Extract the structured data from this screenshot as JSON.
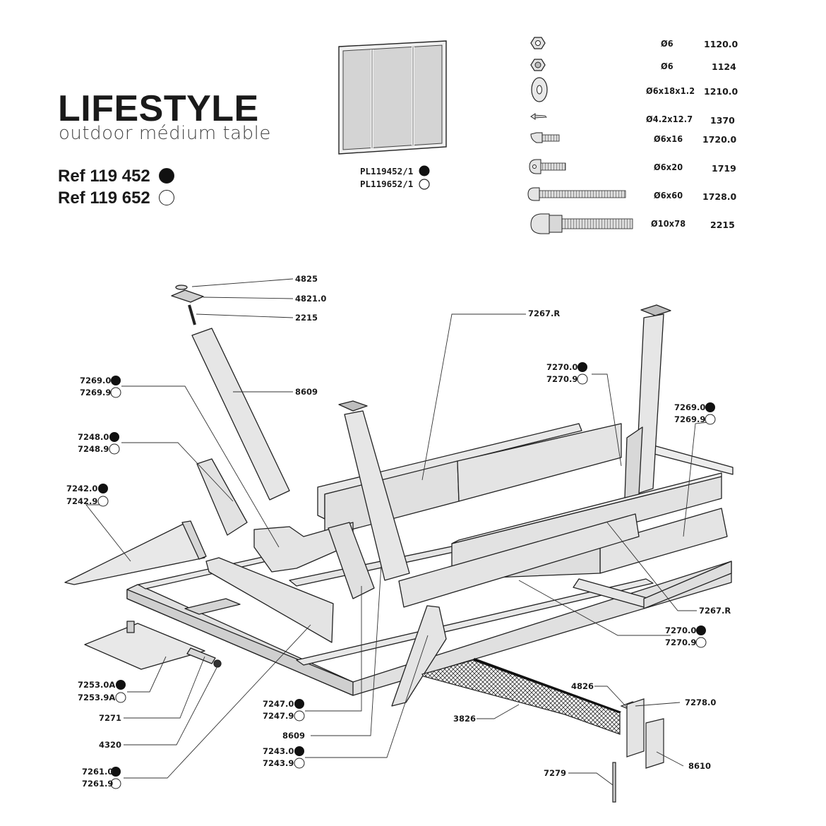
{
  "product": {
    "title": "LIFESTYLE",
    "subtitle": "outdoor médium table",
    "refs": [
      {
        "label": "Ref 119 452",
        "finish": "black"
      },
      {
        "label": "Ref 119 652",
        "finish": "white"
      }
    ]
  },
  "panel": {
    "codes": [
      {
        "code": "PL119452/1",
        "finish": "black"
      },
      {
        "code": "PL119652/1",
        "finish": "white"
      }
    ]
  },
  "hardware": [
    {
      "icon": "nut-flange-icon",
      "size": "Ø6",
      "code": "1120.0"
    },
    {
      "icon": "nut-cap-icon",
      "size": "Ø6",
      "code": "1124"
    },
    {
      "icon": "washer-icon",
      "size": "Ø6x18x1.2",
      "code": "1210.0"
    },
    {
      "icon": "wood-screw-icon",
      "size": "Ø4.2x12.7",
      "code": "1370"
    },
    {
      "icon": "bolt-short-icon",
      "size": "Ø6x16",
      "code": "1720.0"
    },
    {
      "icon": "bolt-medium-icon",
      "size": "Ø6x20",
      "code": "1719"
    },
    {
      "icon": "bolt-long-icon",
      "size": "Ø6x60",
      "code": "1728.0"
    },
    {
      "icon": "leveler-bolt-icon",
      "size": "Ø10x78",
      "code": "2215"
    }
  ],
  "labels": {
    "l4825": "4825",
    "l4821": "4821.0",
    "l2215": "2215",
    "l8609a": "8609",
    "l7267a": "7267.R",
    "l7270a_b": "7270.0",
    "l7270a_w": "7270.9",
    "l7269a_b": "7269.0",
    "l7269a_w": "7269.9",
    "l7269b_b": "7269.0",
    "l7269b_w": "7269.9",
    "l7248_b": "7248.0",
    "l7248_w": "7248.9",
    "l7242_b": "7242.0",
    "l7242_w": "7242.9",
    "l7267b": "7267.R",
    "l7270b_b": "7270.0",
    "l7270b_w": "7270.9",
    "l7253_b": "7253.0A",
    "l7253_w": "7253.9A",
    "l7271": "7271",
    "l4320": "4320",
    "l7261_b": "7261.0",
    "l7261_w": "7261.9",
    "l7247_b": "7247.0",
    "l7247_w": "7247.9",
    "l8609b": "8609",
    "l7243_b": "7243.0",
    "l7243_w": "7243.9",
    "l3826": "3826",
    "l4826": "4826",
    "l7278": "7278.0",
    "l8610": "8610",
    "l7279": "7279"
  },
  "colors": {
    "part_fill": "#e4e4e4",
    "part_dark": "#c8c8c8",
    "line": "#222222",
    "black_finish": "#111111",
    "white_finish": "#ffffff"
  }
}
